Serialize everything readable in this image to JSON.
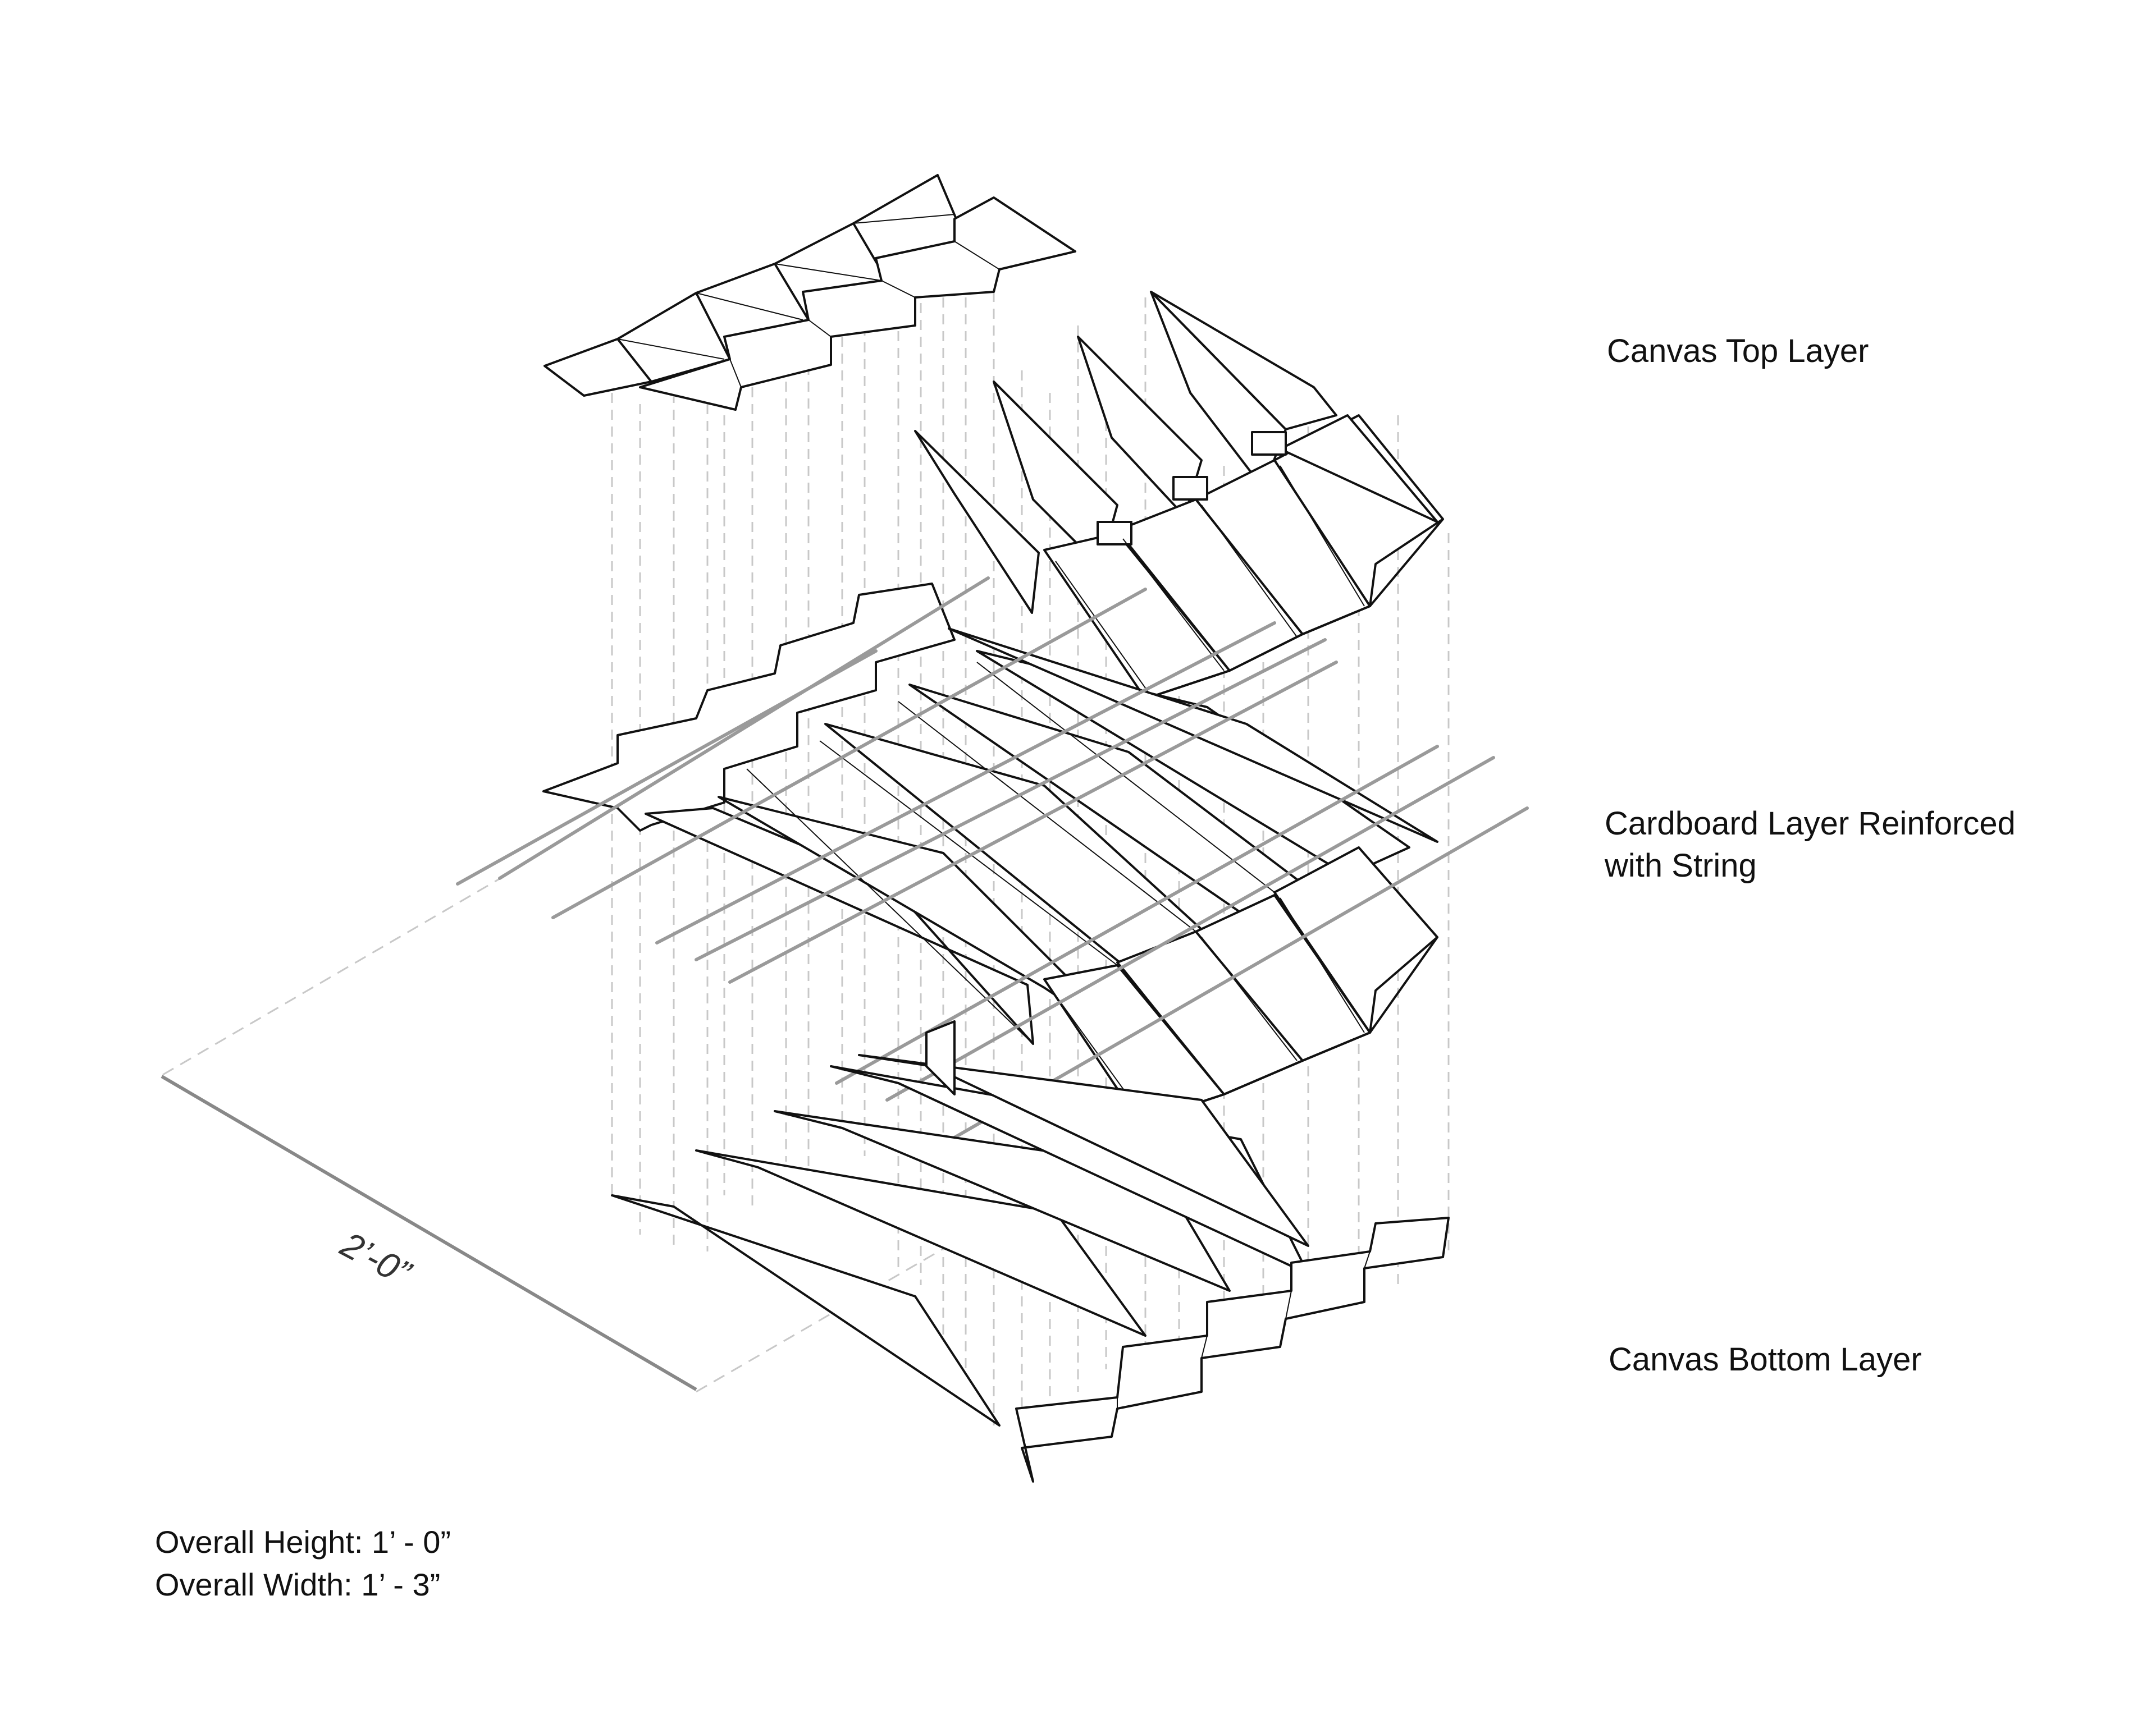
{
  "labels": {
    "top_layer": "Canvas Top Layer",
    "cardboard_line1": "Cardboard Layer Reinforced",
    "cardboard_line2": "with String",
    "bottom_layer": "Canvas Bottom Layer"
  },
  "dimension": {
    "length": "2’-0”"
  },
  "overall": {
    "height": "Overall Height: 1’ - 0”",
    "width": "Overall Width: 1’ - 3”"
  },
  "colors": {
    "line": "#111111",
    "projection": "#bdbdbd",
    "string": "#9a9a9a",
    "dimension_line": "#888888"
  }
}
